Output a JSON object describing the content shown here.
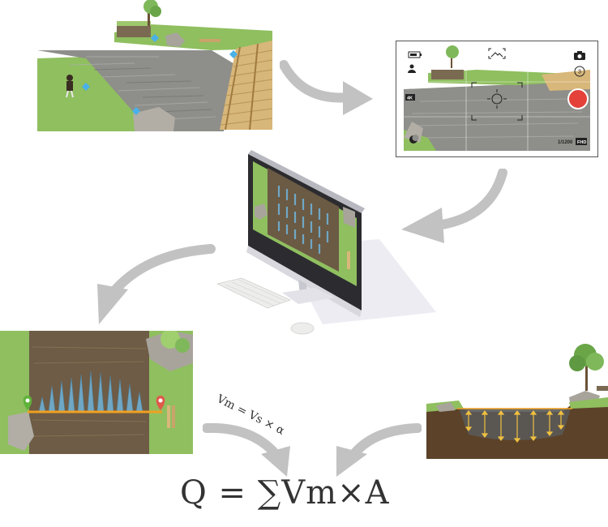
{
  "camera_overlay": {
    "resolution_badge": "4K",
    "timer_count": "3",
    "shutter_speed": "1/1200",
    "format_badge": "FHD"
  },
  "formulas": {
    "surface_velocity": "Vm = Vs × α",
    "discharge": "Q = ∑Vm×A"
  },
  "colors": {
    "arrow": "#c2c2c2",
    "grass": "#8fbf5f",
    "water": "#8a8a88",
    "record": "#e4413a",
    "velocity_bar": "#6fa7c5",
    "transect": "#f0a020",
    "bank_marker_left": "#5fb23a",
    "bank_marker_right": "#e05a4a"
  },
  "icons": [
    "battery-icon",
    "person-icon",
    "image-frame-icon",
    "camera-icon",
    "timer-icon",
    "record-button-icon",
    "focus-reticle-icon",
    "night-mode-icon"
  ]
}
